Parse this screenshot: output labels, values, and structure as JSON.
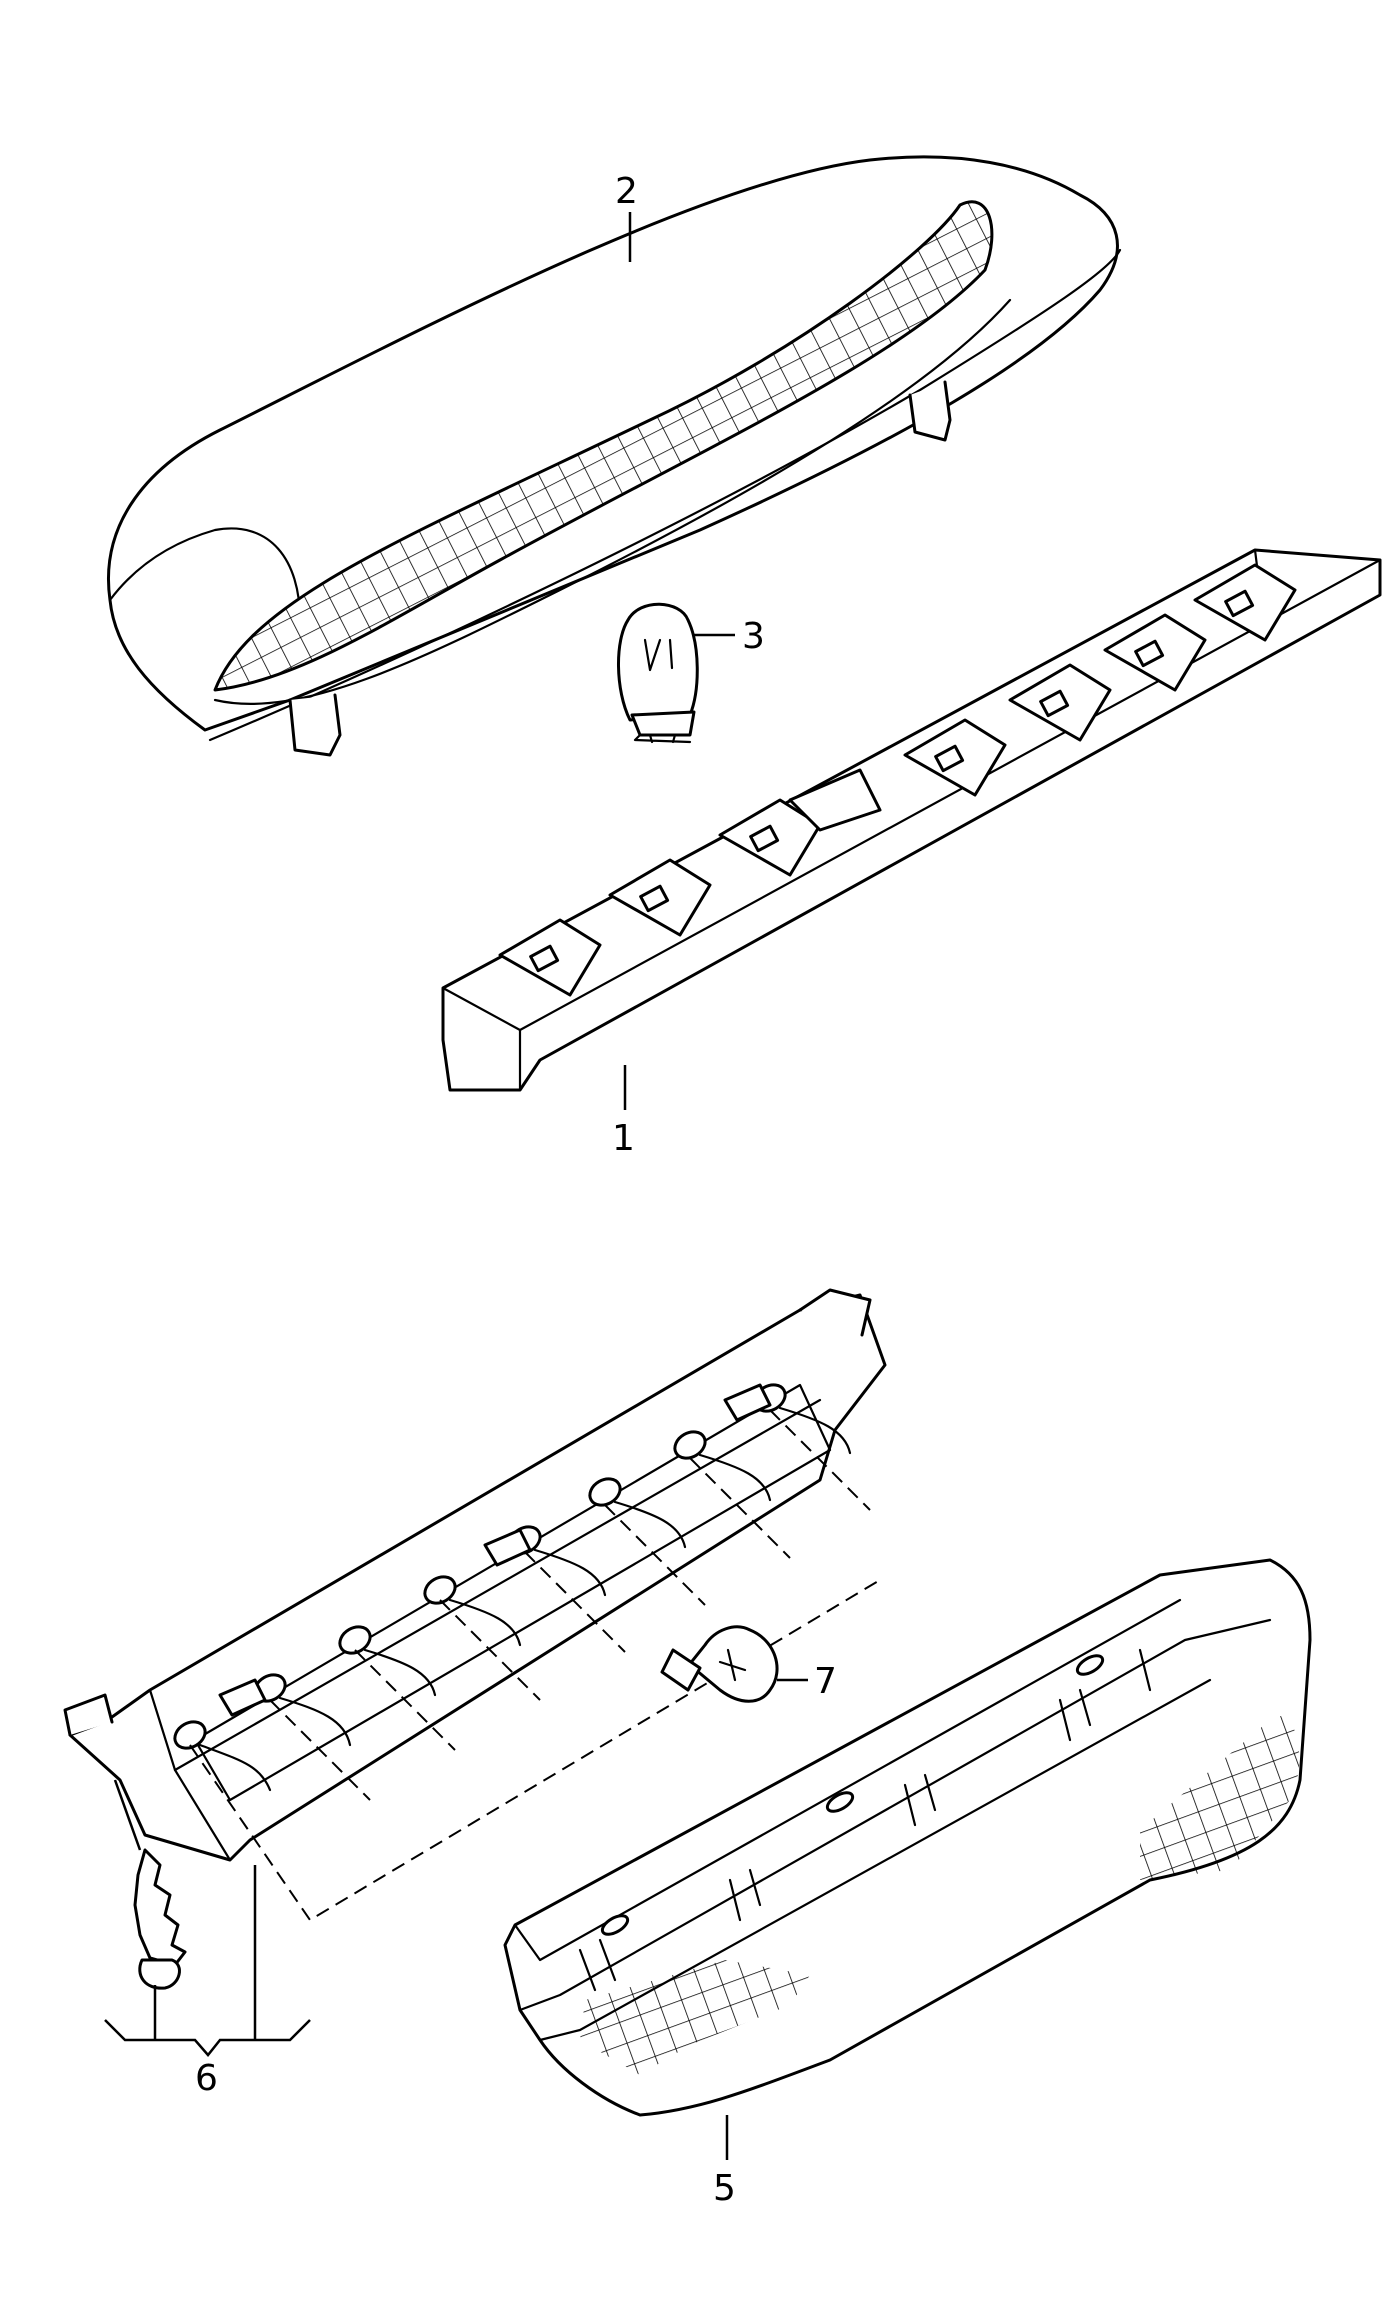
{
  "diagram": {
    "callouts": [
      {
        "id": "c1",
        "label": "1"
      },
      {
        "id": "c2",
        "label": "2"
      },
      {
        "id": "c3",
        "label": "3"
      },
      {
        "id": "c5",
        "label": "5"
      },
      {
        "id": "c6",
        "label": "6"
      },
      {
        "id": "c7",
        "label": "7"
      }
    ]
  }
}
